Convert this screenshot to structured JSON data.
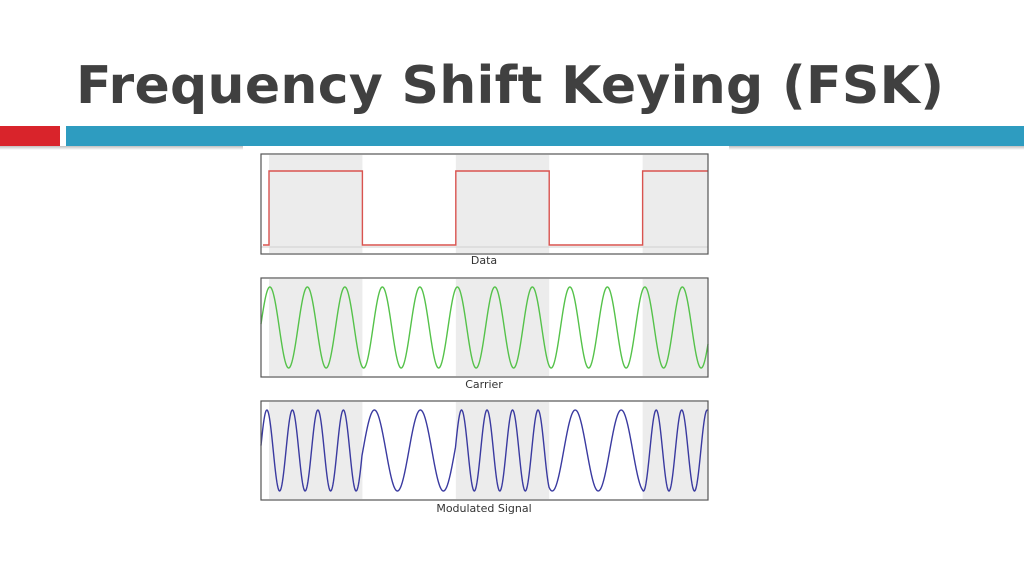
{
  "slide": {
    "title": "Frequency Shift Keying (FSK)"
  },
  "colors": {
    "title": "#404040",
    "accent_red": "#d9242b",
    "accent_blue": "#2e9cc0",
    "data_signal": "#d9534f",
    "carrier_signal": "#55c24a",
    "modulated_signal": "#3a3aa0",
    "bit_one_shading": "#ececec"
  },
  "diagram": {
    "bits": [
      1,
      0,
      1,
      0,
      1
    ],
    "panels": [
      {
        "key": "data",
        "label": "Data"
      },
      {
        "key": "carrier",
        "label": "Carrier"
      },
      {
        "key": "modulated",
        "label": "Modulated Signal"
      }
    ]
  }
}
